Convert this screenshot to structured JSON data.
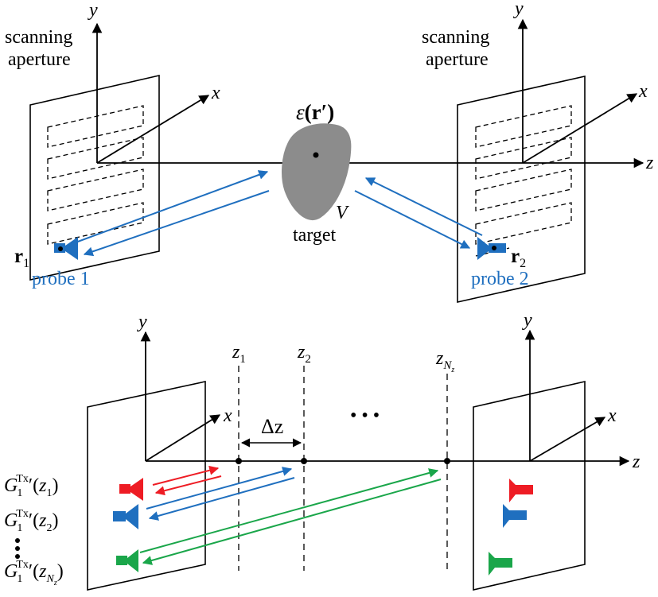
{
  "top": {
    "left_aperture_label": [
      "scanning",
      "aperture"
    ],
    "right_aperture_label": [
      "scanning",
      "aperture"
    ],
    "axis_y": "y",
    "axis_x": "x",
    "axis_z": "z",
    "eps_eps": "ε",
    "eps_arg": "(r′)",
    "volume_label": "V",
    "target_label": "target",
    "r1_main": "r",
    "r1_sub": "1",
    "r2_main": "r",
    "r2_sub": "2",
    "probe1_label": "probe 1",
    "probe2_label": "probe 2"
  },
  "bottom": {
    "axis_y": "y",
    "axis_x": "x",
    "axis_z": "z",
    "z1_main": "z",
    "z1_sub": "1",
    "z2_main": "z",
    "z2_sub": "2",
    "zN_main": "z",
    "zN_sub": "N",
    "zN_subsub": "z",
    "delta_z": "Δz",
    "ellipsis": "• • •",
    "g_rows": [
      {
        "main": "G",
        "sub": "1",
        "sup": "Tx",
        "arg_main": "z",
        "arg_sub": "1",
        "arg_subsub": ""
      },
      {
        "main": "G",
        "sub": "1",
        "sup": "Tx",
        "arg_main": "z",
        "arg_sub": "2",
        "arg_subsub": ""
      },
      {
        "main": "G",
        "sub": "1",
        "sup": "Tx",
        "arg_main": "z",
        "arg_sub": "N",
        "arg_subsub": "z"
      }
    ]
  },
  "colors": {
    "blue": "#1F6FBF",
    "red": "#EE1C24",
    "green": "#1AA64A",
    "target_fill": "#8C8C8C"
  }
}
